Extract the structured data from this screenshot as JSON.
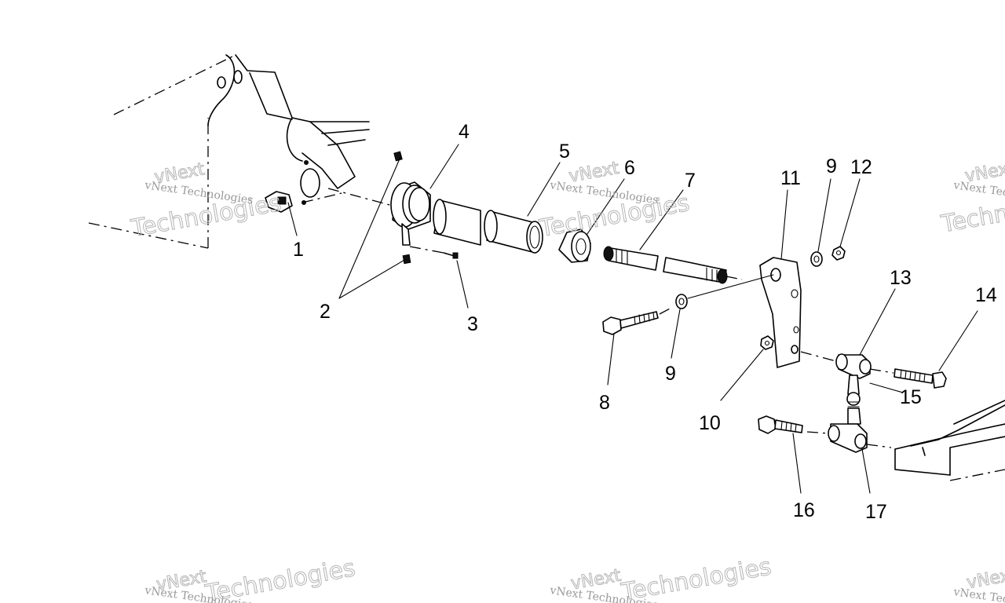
{
  "diagram": {
    "callouts": [
      "1",
      "2",
      "3",
      "4",
      "5",
      "6",
      "7",
      "8",
      "9",
      "9",
      "10",
      "11",
      "12",
      "13",
      "14",
      "15",
      "16",
      "17"
    ],
    "watermark": {
      "line1": "vNext Technologies",
      "line2": "vNext",
      "line3": "Technologies"
    }
  }
}
